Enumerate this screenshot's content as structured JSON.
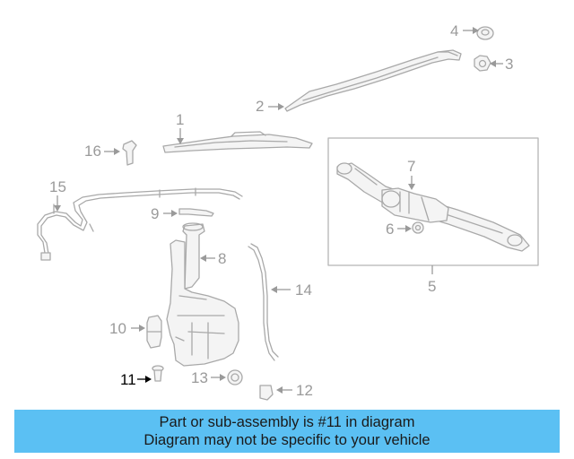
{
  "callouts": {
    "c1": "1",
    "c2": "2",
    "c3": "3",
    "c4": "4",
    "c5": "5",
    "c6": "6",
    "c7": "7",
    "c8": "8",
    "c9": "9",
    "c10": "10",
    "c11": "11",
    "c12": "12",
    "c13": "13",
    "c14": "14",
    "c15": "15",
    "c16": "16"
  },
  "highlighted_part": "11",
  "banner": {
    "line1": "Part or sub-assembly is #11 in diagram",
    "line2": "Diagram may not be specific to your vehicle",
    "background": "#5bc0f3"
  },
  "colors": {
    "line_art": "#a9a9a9",
    "highlight": "#000000"
  }
}
